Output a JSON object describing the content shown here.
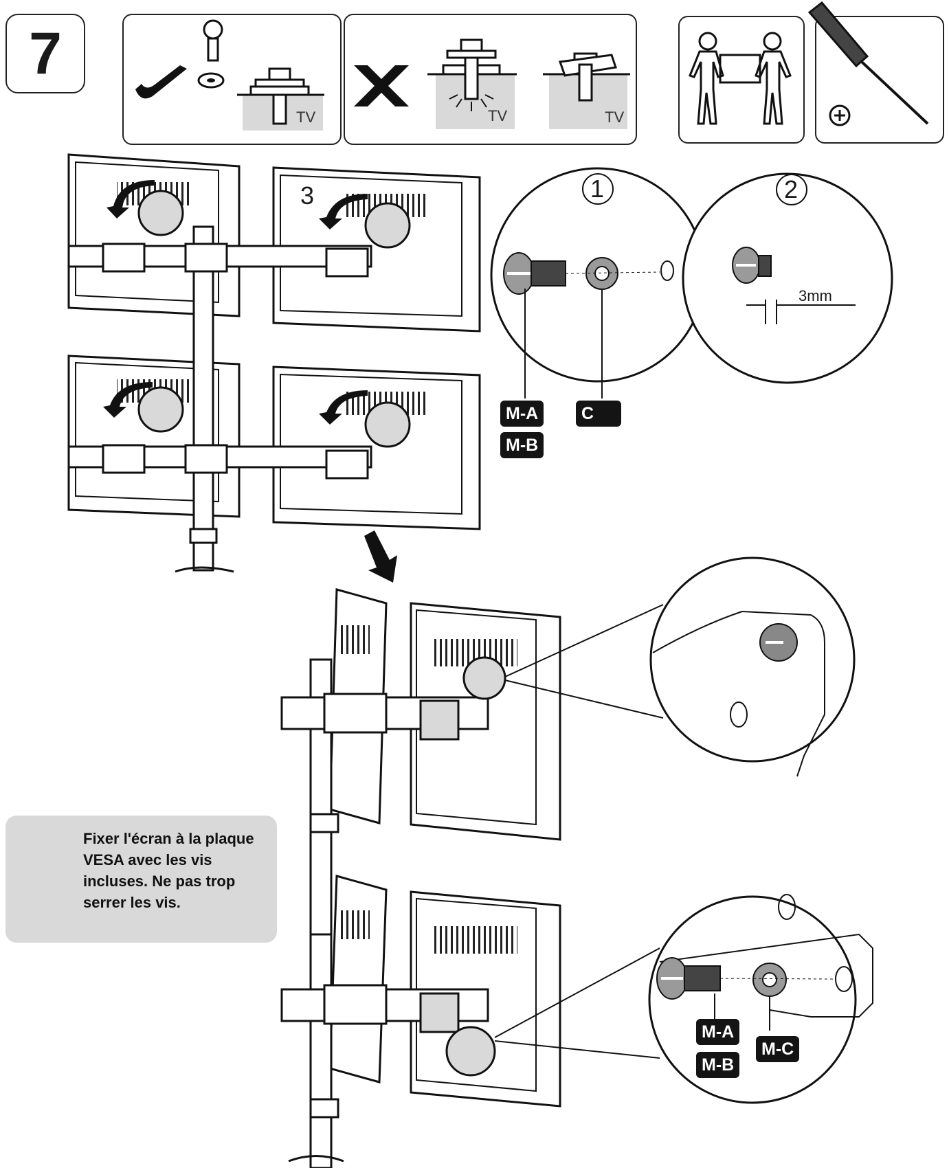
{
  "step": {
    "number": "7"
  },
  "hints": {
    "correct_label": "TV",
    "wrong_label_1": "TV",
    "wrong_label_2": "TV"
  },
  "callouts": {
    "num1": "1",
    "num2": "2",
    "num3": "3",
    "gap": "3mm"
  },
  "tags": {
    "ma_top": "M-A",
    "mb_top": "M-B",
    "mc_top": "C",
    "ma_bottom": "M-A",
    "mb_bottom": "M-B",
    "mc_bottom": "M-C"
  },
  "warning": {
    "text": "Fixer l'écran à la plaque VESA avec les vis incluses. Ne pas trop serrer les vis."
  },
  "icons": [
    "checkmark-icon",
    "cross-icon",
    "two-person-lift-icon",
    "phillips-screwdriver-icon",
    "warning-triangle-icon",
    "arrow-down-icon"
  ],
  "colors": {
    "ink": "#1a1a1a",
    "shade": "#d9d9d9",
    "tag_bg": "#141414"
  }
}
